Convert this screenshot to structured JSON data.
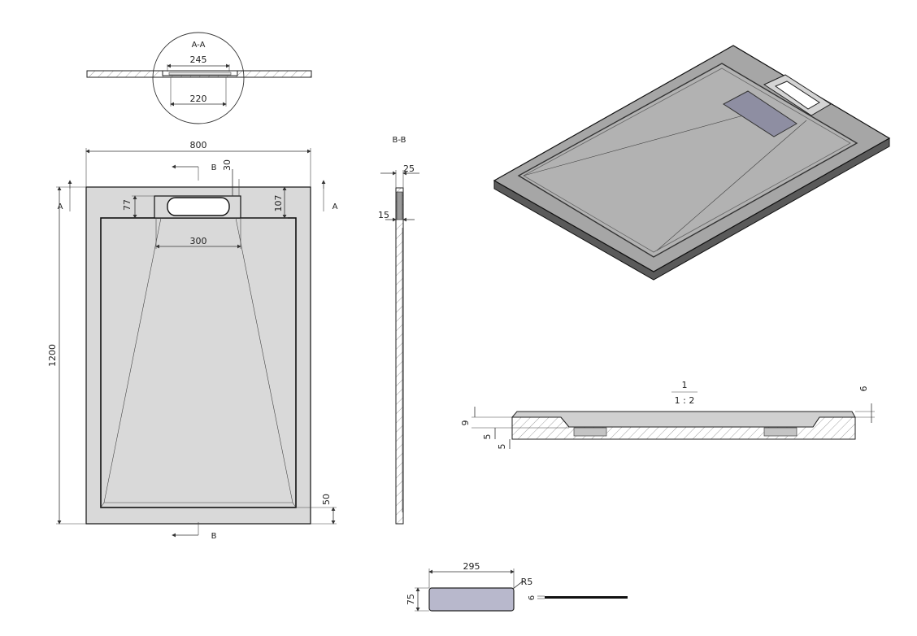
{
  "drawing": {
    "section_aa": {
      "label": "A-A",
      "dim_top": "245",
      "dim_bottom": "220"
    },
    "plan_view": {
      "width": "800",
      "height": "1200",
      "drain_width": "300",
      "offset_top": "30",
      "drain_depth_left": "77",
      "drain_depth_right": "107",
      "bottom_margin": "50",
      "section_a_mark": "A",
      "section_b_mark": "B"
    },
    "section_bb": {
      "label": "B-B",
      "dim_top": "25",
      "dim_side": "15"
    },
    "detail_view": {
      "label_number": "1",
      "scale": "1 : 2",
      "dim_9": "9",
      "dim_5a": "5",
      "dim_5b": "5",
      "dim_6": "6"
    },
    "grate_view": {
      "dim_width": "295",
      "dim_height": "75",
      "dim_radius": "R5",
      "dim_thickness": "6"
    },
    "colors": {
      "tray_fill": "#d9d9d9",
      "iso_top": "#a6a6a6",
      "iso_edge": "#5a5a5a",
      "grate_fill": "#b8b8cc",
      "hatch": "#777777"
    }
  }
}
